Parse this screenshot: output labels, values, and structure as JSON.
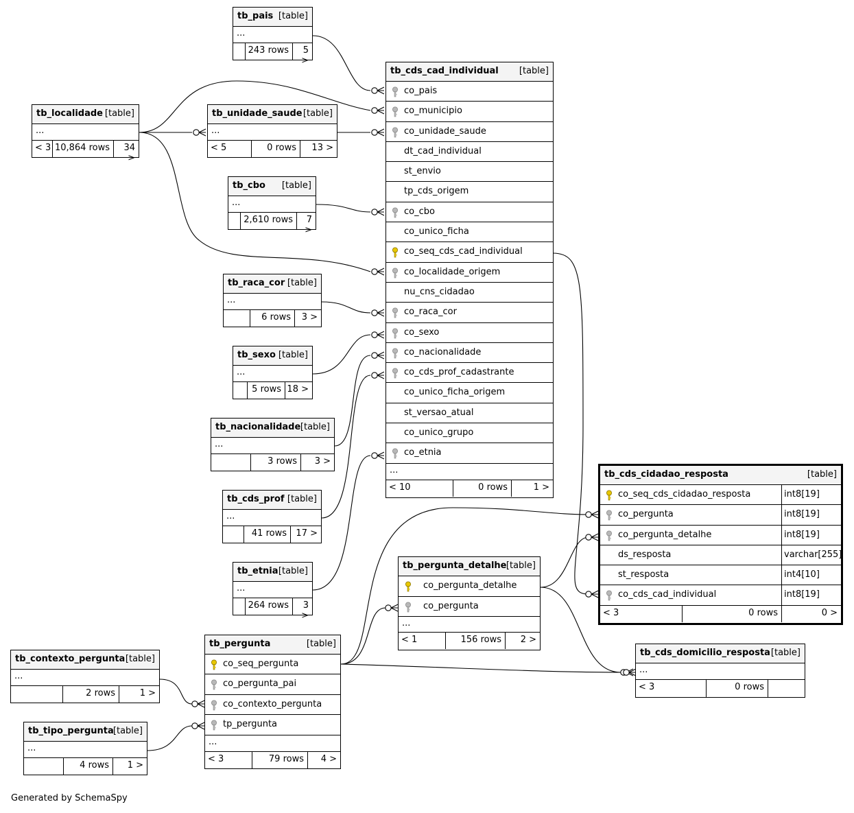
{
  "footer_caption": "Generated by SchemaSpy",
  "table_type_label": "[table]",
  "ellipsis": "...",
  "tables": [
    {
      "id": "tb_pais",
      "name": "tb_pais",
      "type": "[table]",
      "ellipsis": "...",
      "footer": [
        "",
        "243 rows",
        "5 >"
      ]
    },
    {
      "id": "tb_localidade",
      "name": "tb_localidade",
      "type": "[table]",
      "ellipsis": "...",
      "footer": [
        "< 3",
        "10,864 rows",
        "34 >"
      ]
    },
    {
      "id": "tb_unidade_saude",
      "name": "tb_unidade_saude",
      "type": "[table]",
      "ellipsis": "...",
      "footer": [
        "< 5",
        "0 rows",
        "13 >"
      ]
    },
    {
      "id": "tb_cbo",
      "name": "tb_cbo",
      "type": "[table]",
      "ellipsis": "...",
      "footer": [
        "",
        "2,610 rows",
        "7 >"
      ]
    },
    {
      "id": "tb_raca_cor",
      "name": "tb_raca_cor",
      "type": "[table]",
      "ellipsis": "...",
      "footer": [
        "",
        "6 rows",
        "3 >"
      ]
    },
    {
      "id": "tb_sexo",
      "name": "tb_sexo",
      "type": "[table]",
      "ellipsis": "...",
      "footer": [
        "",
        "5 rows",
        "18 >"
      ]
    },
    {
      "id": "tb_nacionalidade",
      "name": "tb_nacionalidade",
      "type": "[table]",
      "ellipsis": "...",
      "footer": [
        "",
        "3 rows",
        "3 >"
      ]
    },
    {
      "id": "tb_cds_prof",
      "name": "tb_cds_prof",
      "type": "[table]",
      "ellipsis": "...",
      "footer": [
        "",
        "41 rows",
        "17 >"
      ]
    },
    {
      "id": "tb_etnia",
      "name": "tb_etnia",
      "type": "[table]",
      "ellipsis": "...",
      "footer": [
        "",
        "264 rows",
        "3 >"
      ]
    },
    {
      "id": "tb_contexto_pergunta",
      "name": "tb_contexto_pergunta",
      "type": "[table]",
      "ellipsis": "...",
      "footer": [
        "",
        "2 rows",
        "1 >"
      ]
    },
    {
      "id": "tb_tipo_pergunta",
      "name": "tb_tipo_pergunta",
      "type": "[table]",
      "ellipsis": "...",
      "footer": [
        "",
        "4 rows",
        "1 >"
      ]
    },
    {
      "id": "tb_cds_cad_individual",
      "name": "tb_cds_cad_individual",
      "type": "[table]",
      "ellipsis": "...",
      "footer": [
        "< 10",
        "0 rows",
        "1 >"
      ],
      "columns": [
        {
          "name": "co_pais",
          "key": "fk"
        },
        {
          "name": "co_municipio",
          "key": "fk"
        },
        {
          "name": "co_unidade_saude",
          "key": "fk"
        },
        {
          "name": "dt_cad_individual",
          "key": ""
        },
        {
          "name": "st_envio",
          "key": ""
        },
        {
          "name": "tp_cds_origem",
          "key": ""
        },
        {
          "name": "co_cbo",
          "key": "fk"
        },
        {
          "name": "co_unico_ficha",
          "key": ""
        },
        {
          "name": "co_seq_cds_cad_individual",
          "key": "pk"
        },
        {
          "name": "co_localidade_origem",
          "key": "fk"
        },
        {
          "name": "nu_cns_cidadao",
          "key": ""
        },
        {
          "name": "co_raca_cor",
          "key": "fk"
        },
        {
          "name": "co_sexo",
          "key": "fk"
        },
        {
          "name": "co_nacionalidade",
          "key": "fk"
        },
        {
          "name": "co_cds_prof_cadastrante",
          "key": "fk"
        },
        {
          "name": "co_unico_ficha_origem",
          "key": ""
        },
        {
          "name": "st_versao_atual",
          "key": ""
        },
        {
          "name": "co_unico_grupo",
          "key": ""
        },
        {
          "name": "co_etnia",
          "key": "fk"
        }
      ]
    },
    {
      "id": "tb_cds_cidadao_resposta",
      "name": "tb_cds_cidadao_resposta",
      "type": "[table]",
      "footer": [
        "< 3",
        "0 rows",
        "0 >"
      ],
      "columns": [
        {
          "name": "co_seq_cds_cidadao_resposta",
          "key": "pk",
          "dtype": "int8[19]"
        },
        {
          "name": "co_pergunta",
          "key": "fk",
          "dtype": "int8[19]"
        },
        {
          "name": "co_pergunta_detalhe",
          "key": "fk",
          "dtype": "int8[19]"
        },
        {
          "name": "ds_resposta",
          "key": "",
          "dtype": "varchar[255]"
        },
        {
          "name": "st_resposta",
          "key": "",
          "dtype": "int4[10]"
        },
        {
          "name": "co_cds_cad_individual",
          "key": "fk",
          "dtype": "int8[19]"
        }
      ]
    },
    {
      "id": "tb_pergunta_detalhe",
      "name": "tb_pergunta_detalhe",
      "type": "[table]",
      "ellipsis": "...",
      "footer": [
        "< 1",
        "156 rows",
        "2 >"
      ],
      "columns": [
        {
          "name": "co_pergunta_detalhe",
          "key": "pk"
        },
        {
          "name": "co_pergunta",
          "key": "fk"
        }
      ]
    },
    {
      "id": "tb_cds_domicilio_resposta",
      "name": "tb_cds_domicilio_resposta",
      "type": "[table]",
      "ellipsis": "...",
      "footer": [
        "< 3",
        "0 rows",
        ""
      ]
    },
    {
      "id": "tb_pergunta",
      "name": "tb_pergunta",
      "type": "[table]",
      "ellipsis": "...",
      "footer": [
        "< 3",
        "79 rows",
        "4 >"
      ],
      "columns": [
        {
          "name": "co_seq_pergunta",
          "key": "pk"
        },
        {
          "name": "co_pergunta_pai",
          "key": "fk"
        },
        {
          "name": "co_contexto_pergunta",
          "key": "fk"
        },
        {
          "name": "tp_pergunta",
          "key": "fk"
        }
      ]
    }
  ],
  "relationships": [
    {
      "from": "tb_pais",
      "to": "tb_cds_cad_individual.co_pais"
    },
    {
      "from": "tb_localidade",
      "to": "tb_cds_cad_individual.co_municipio"
    },
    {
      "from": "tb_localidade",
      "to": "tb_unidade_saude"
    },
    {
      "from": "tb_localidade",
      "to": "tb_cds_cad_individual.co_localidade_origem"
    },
    {
      "from": "tb_unidade_saude",
      "to": "tb_cds_cad_individual.co_unidade_saude"
    },
    {
      "from": "tb_cbo",
      "to": "tb_cds_cad_individual.co_cbo"
    },
    {
      "from": "tb_raca_cor",
      "to": "tb_cds_cad_individual.co_raca_cor"
    },
    {
      "from": "tb_sexo",
      "to": "tb_cds_cad_individual.co_sexo"
    },
    {
      "from": "tb_nacionalidade",
      "to": "tb_cds_cad_individual.co_nacionalidade"
    },
    {
      "from": "tb_cds_prof",
      "to": "tb_cds_cad_individual.co_cds_prof_cadastrante"
    },
    {
      "from": "tb_etnia",
      "to": "tb_cds_cad_individual.co_etnia"
    },
    {
      "from": "tb_cds_cad_individual.co_seq_cds_cad_individual",
      "to": "tb_cds_cidadao_resposta.co_cds_cad_individual"
    },
    {
      "from": "tb_pergunta.co_seq_pergunta",
      "to": "tb_cds_cidadao_resposta.co_pergunta"
    },
    {
      "from": "tb_pergunta.co_seq_pergunta",
      "to": "tb_pergunta_detalhe.co_pergunta"
    },
    {
      "from": "tb_pergunta.co_seq_pergunta",
      "to": "tb_cds_domicilio_resposta"
    },
    {
      "from": "tb_pergunta_detalhe.co_pergunta_detalhe",
      "to": "tb_cds_cidadao_resposta.co_pergunta_detalhe"
    },
    {
      "from": "tb_pergunta_detalhe.co_pergunta_detalhe",
      "to": "tb_cds_domicilio_resposta"
    },
    {
      "from": "tb_contexto_pergunta",
      "to": "tb_pergunta.co_contexto_pergunta"
    },
    {
      "from": "tb_tipo_pergunta",
      "to": "tb_pergunta.tp_pergunta"
    }
  ]
}
